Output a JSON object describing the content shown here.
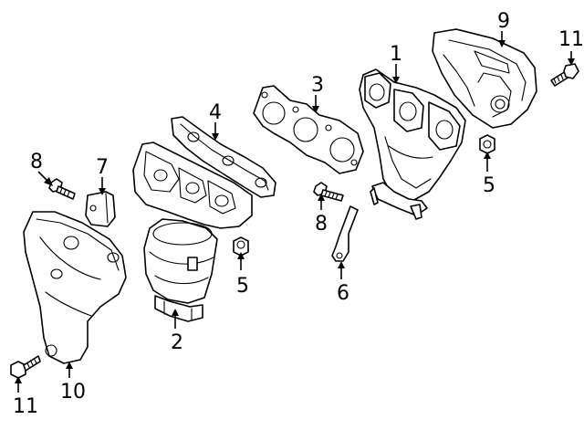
{
  "callouts": {
    "c1": "1",
    "c2": "2",
    "c3": "3",
    "c4": "4",
    "c5a": "5",
    "c5b": "5",
    "c6": "6",
    "c7": "7",
    "c8a": "8",
    "c8b": "8",
    "c9": "9",
    "c10": "10",
    "c11a": "11",
    "c11b": "11"
  }
}
